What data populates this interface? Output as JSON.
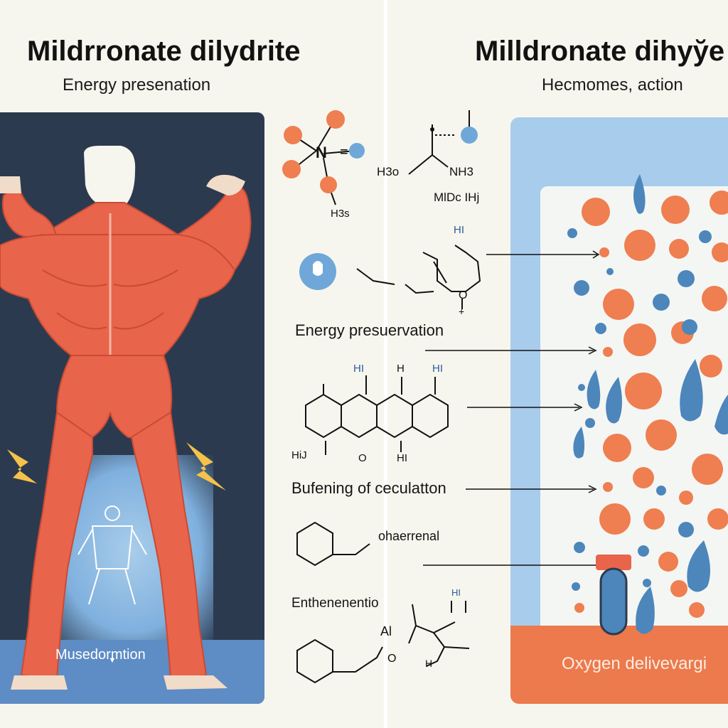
{
  "left_panel": {
    "title": "Mildrronate dilydrite",
    "subtitle": "Energy presenation",
    "figure_caption": "Musedormtion"
  },
  "right_panel": {
    "title": "Milldronate dihyy̆e",
    "subtitle": "Hecmomes, action",
    "bottom_caption": "Oxygen delivevargi"
  },
  "center": {
    "label_energy": "Energy presuervation",
    "label_buffering": "Bufening of ceculatton",
    "label_ohaer": "ohaerrenal",
    "label_enthen": "Enthenenentio",
    "mol1_h3s": "H3s",
    "mol2_h3o": "H3o",
    "mol2_nh3": "NH3",
    "mol2_formula": "MlDc IHj",
    "mol3_h": "HI",
    "mol4_h1": "HI",
    "mol4_h2": "H",
    "mol4_h3": "HI",
    "mol4_hy": "HiJ",
    "mol4_o": "O",
    "mol4_hi": "HI",
    "mol5_h": "HI",
    "mol5_al": "Al",
    "mol5_o": "O",
    "mol5_hh": "H"
  },
  "colors": {
    "muscle": "#e8644a",
    "muscle_dark": "#c94b35",
    "panel_dark": "#2c3a4f",
    "accent_blue": "#5e8cc4",
    "cell_orange": "#ef7e50",
    "drop_blue": "#4c86bb"
  }
}
